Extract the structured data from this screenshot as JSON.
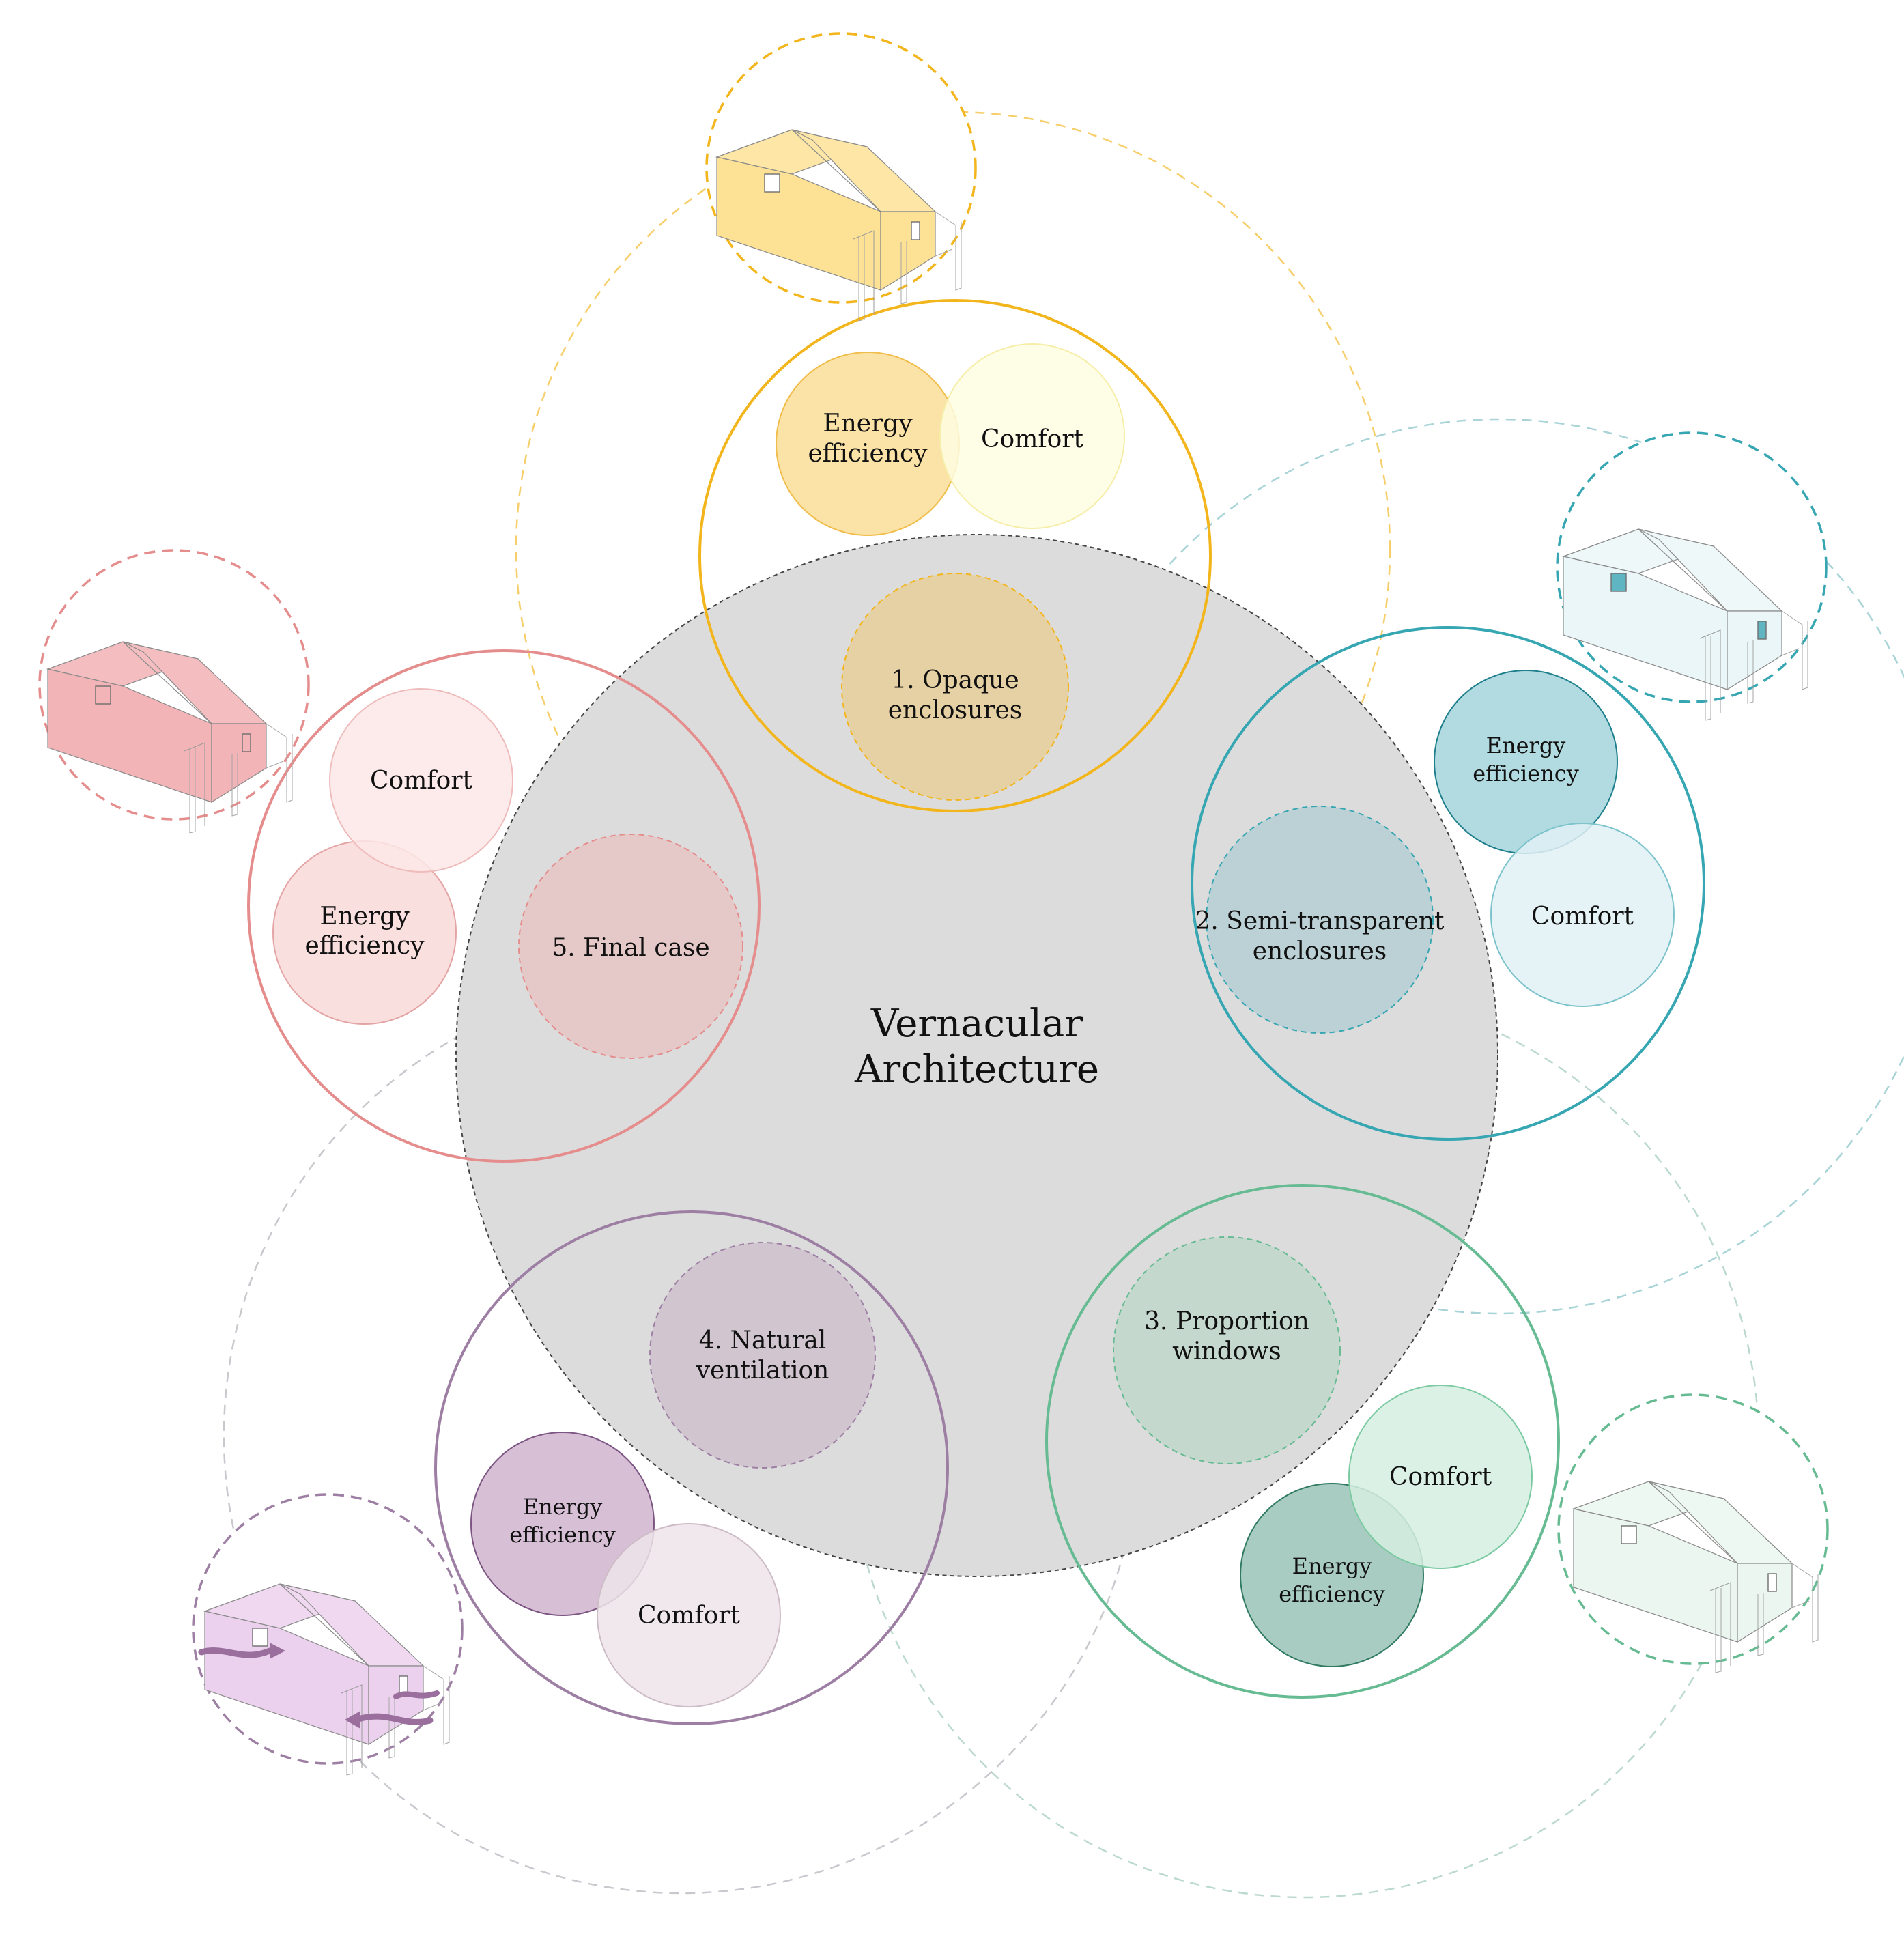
{
  "center": {
    "line1": "Vernacular",
    "line2": "Architecture",
    "fill": "#dcdcdc",
    "stroke": "#444444"
  },
  "themes": [
    {
      "id": "opaque",
      "label": [
        "1. Opaque",
        "enclosures"
      ],
      "color": "#f2b51c",
      "pale": "#f6ce6a",
      "center_fill": "#e8cf9a",
      "energy": {
        "label": [
          "Energy",
          "efficiency"
        ],
        "fill": "#fbe0a0",
        "stroke": "#f0bd4a"
      },
      "comfort": {
        "label": [
          "Comfort"
        ],
        "fill": "#fefde0",
        "stroke": "#f6eea8"
      },
      "house": {
        "wall": "#fde195",
        "roof": "#fde6a6",
        "opening": "#ffffff",
        "arrows": false
      }
    },
    {
      "id": "semi",
      "label": [
        "2. Semi-transparent",
        "enclosures"
      ],
      "color": "#36a6b2",
      "pale": "#a8d3d7",
      "center_fill": "#b6cfd3",
      "energy": {
        "label": [
          "Energy",
          "efficiency"
        ],
        "fill": "#abd8de",
        "stroke": "#1e7f8c"
      },
      "comfort": {
        "label": [
          "Comfort"
        ],
        "fill": "#e1f0f4",
        "stroke": "#7cc3cc"
      },
      "house": {
        "wall": "#eaf6f8",
        "roof": "#eef8f9",
        "opening": "#5fb6c2",
        "arrows": false
      }
    },
    {
      "id": "windows",
      "label": [
        "3. Proportion",
        "windows"
      ],
      "color": "#66bb92",
      "pale": "#bcd9d0",
      "center_fill": "#bfd7ca",
      "energy": {
        "label": [
          "Energy",
          "efficiency"
        ],
        "fill": "#a1c8bc",
        "stroke": "#2f7a61"
      },
      "comfort": {
        "label": [
          "Comfort"
        ],
        "fill": "#d6efe2",
        "stroke": "#7ccaa2"
      },
      "house": {
        "wall": "#eaf6ef",
        "roof": "#eef8f2",
        "opening": "#ffffff",
        "arrows": false
      }
    },
    {
      "id": "ventilation",
      "label": [
        "4. Natural",
        "ventilation"
      ],
      "color": "#9e7fa4",
      "pale": "#c8c8ce",
      "center_fill": "#cfc2cc",
      "energy": {
        "label": [
          "Energy",
          "efficiency"
        ],
        "fill": "#d4bad3",
        "stroke": "#7c5583"
      },
      "comfort": {
        "label": [
          "Comfort"
        ],
        "fill": "#ede4e9",
        "stroke": "#cdbcc6"
      },
      "house": {
        "wall": "#ecd1ee",
        "roof": "#efd8f0",
        "opening": "#ffffff",
        "arrows": true
      }
    },
    {
      "id": "final",
      "label": [
        "5. Final case"
      ],
      "color": "#e58c8c",
      "pale": "#f4c6c6",
      "center_fill": "#e6c4c4",
      "energy": {
        "label": [
          "Energy",
          "efficiency"
        ],
        "fill": "#fadcdc",
        "stroke": "#e4a4a4"
      },
      "comfort": {
        "label": [
          "Comfort"
        ],
        "fill": "#fde8e8",
        "stroke": "#efbcbc"
      },
      "house": {
        "wall": "#f2b4b7",
        "roof": "#f4bec1",
        "opening": "#f2b4b7",
        "arrows": false
      }
    }
  ]
}
